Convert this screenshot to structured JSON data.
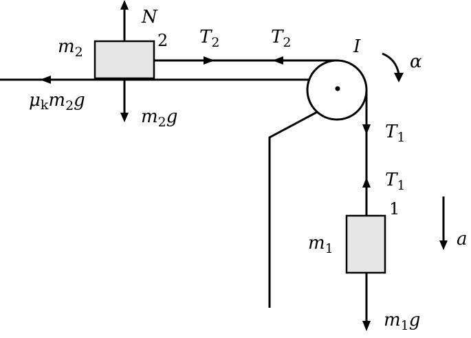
{
  "labels": {
    "normal_force": "N",
    "mass2_var": "m",
    "mass2_sub": "2",
    "block2_number": "2",
    "tension2_var": "T",
    "tension2_sub": "2",
    "inertia": "I",
    "angular_accel": "α",
    "friction_mu": "μ",
    "friction_k": "k",
    "friction_m": "m",
    "friction_m_sub": "2",
    "friction_g": "g",
    "weight2_m": "m",
    "weight2_sub": "2",
    "weight2_g": "g",
    "tension1_var": "T",
    "tension1_sub": "1",
    "block1_number": "1",
    "accel": "a",
    "mass1_var": "m",
    "mass1_sub": "1",
    "weight1_m": "m",
    "weight1_sub": "1",
    "weight1_g": "g"
  },
  "colors": {
    "line": "#000000",
    "block_fill": "#e6e6e6",
    "background": "#ffffff"
  }
}
